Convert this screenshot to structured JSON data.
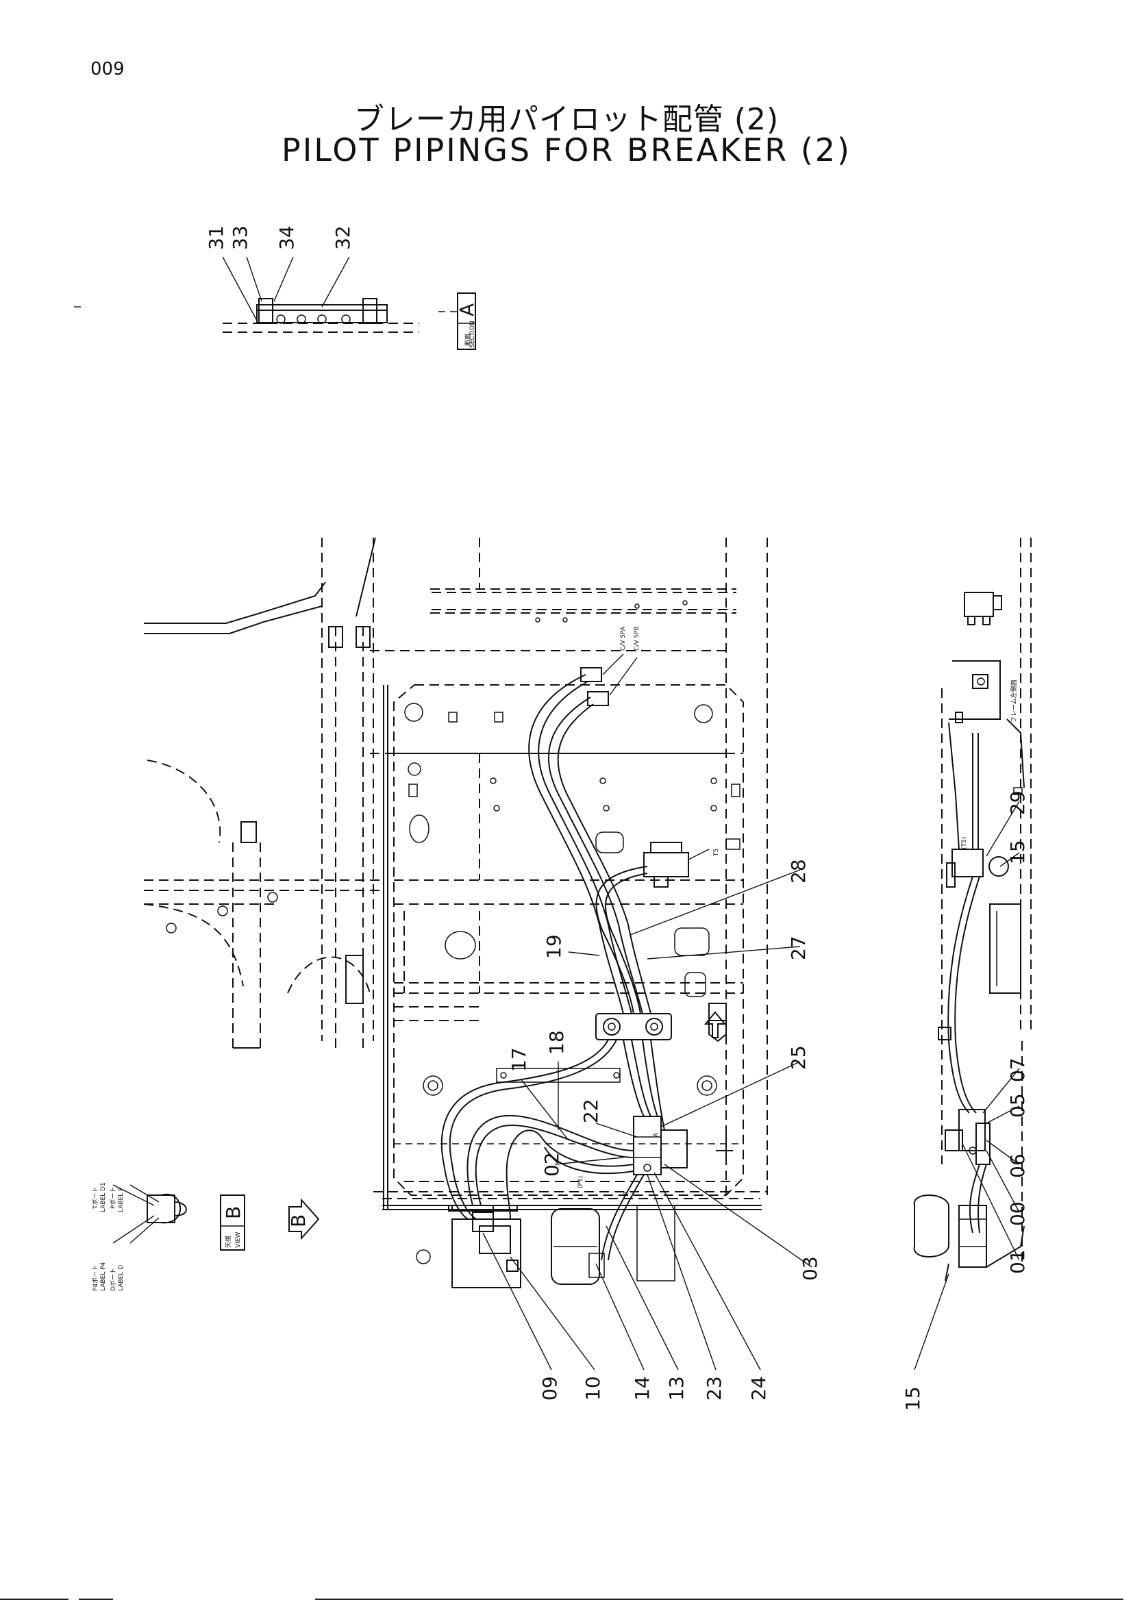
{
  "page_number": "009",
  "title_jp": "ブレーカ用パイロット配管 (2)",
  "title_en": "PILOT PIPINGS FOR BREAKER (2)",
  "section_tag": {
    "jp": "断面",
    "en": "SECTION",
    "letter": "A"
  },
  "view_tag": {
    "jp": "矢視",
    "en": "VIEW",
    "letter": "B"
  },
  "view_arrow_letter": "B",
  "section_callouts": [
    "31",
    "33",
    "34",
    "32"
  ],
  "main_callouts": [
    "28",
    "19",
    "27",
    "18",
    "17",
    "25",
    "22",
    "02",
    "09",
    "10",
    "14",
    "13",
    "23",
    "24",
    "03"
  ],
  "side_callouts": [
    "29",
    "15",
    "07",
    "05",
    "06",
    "00",
    "01",
    "15"
  ],
  "port_labels": {
    "cv_5pa": "C/V 5PA",
    "cv_5pb": "C/V 5PB",
    "t5": "T5",
    "p1": "(P1)",
    "port_p": "P",
    "port_a": "A",
    "side_t5": "(T5)",
    "frame_note": "フレーム左側面"
  },
  "label_legend": {
    "t_jp": "Tポート",
    "label_d1": "LABEL D1",
    "p_jp": "Pポート",
    "label_p": "LABEL P",
    "p4_jp": "P4ポート",
    "label_p4": "LABEL P4",
    "d_jp": "Dポート",
    "label_d": "LABEL D"
  }
}
